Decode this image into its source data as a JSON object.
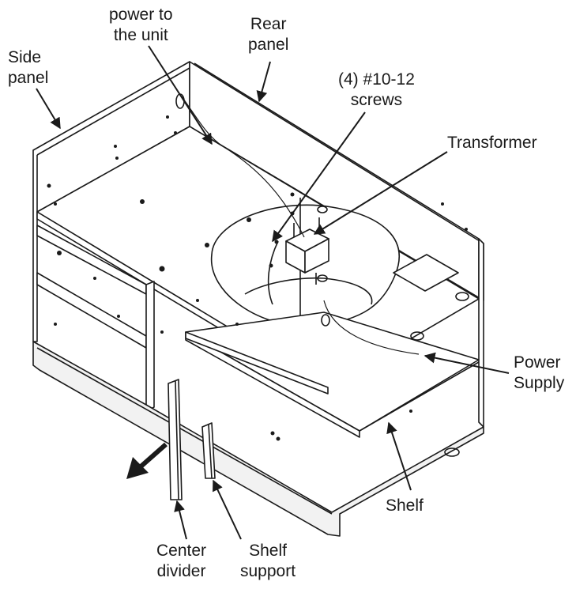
{
  "labels": {
    "power": {
      "line1": "power to",
      "line2": "the unit"
    },
    "rear_panel": {
      "line1": "Rear",
      "line2": "panel"
    },
    "side_panel": {
      "line1": "Side",
      "line2": "panel"
    },
    "screws": {
      "line1": "(4)  #10-12",
      "line2": "screws"
    },
    "transformer": {
      "line1": "Transformer"
    },
    "power_supply": {
      "line1": "Power",
      "line2": "Supply"
    },
    "shelf": {
      "line1": "Shelf"
    },
    "center_divider": {
      "line1": "Center",
      "line2": "divider"
    },
    "shelf_support": {
      "line1": "Shelf",
      "line2": "support"
    }
  },
  "colors": {
    "ink": "#1a1a1a",
    "paper": "#ffffff",
    "floor_shade": "#f2f2f2"
  }
}
